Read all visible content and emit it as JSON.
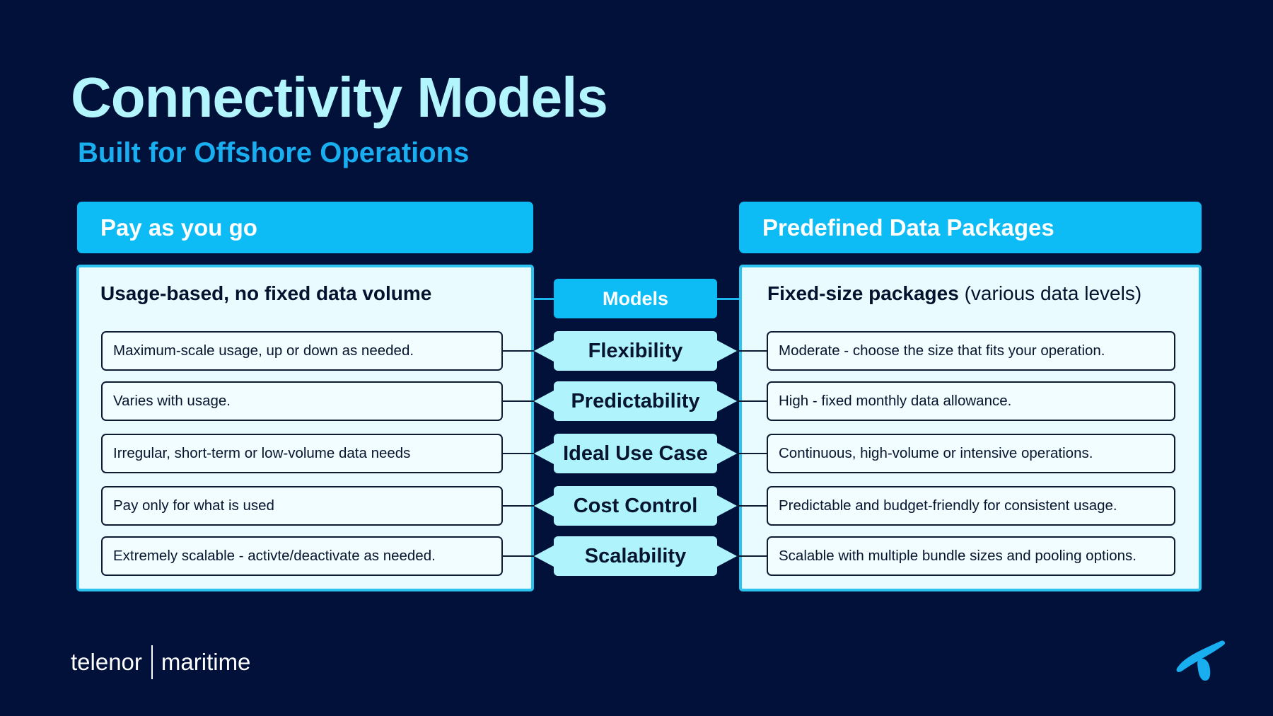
{
  "title": "Connectivity Models",
  "subtitle": "Built for Offshore Operations",
  "left": {
    "header": "Pay as you go",
    "heading": "Usage-based, no fixed data volume",
    "cells": [
      "Maximum-scale usage, up or down as needed.",
      "Varies with usage.",
      "Irregular, short-term or low-volume data needs",
      "Pay only for what is used",
      "Extremely scalable - activte/deactivate as needed."
    ]
  },
  "center": {
    "header": "Models",
    "criteria": [
      "Flexibility",
      "Predictability",
      "Ideal Use Case",
      "Cost Control",
      "Scalability"
    ]
  },
  "right": {
    "header": "Predefined Data Packages",
    "heading_bold": "Fixed-size packages",
    "heading_light": " (various data levels)",
    "cells": [
      "Moderate - choose the size that fits your operation.",
      "High - fixed monthly data allowance.",
      "Continuous, high-volume or intensive operations.",
      "Predictable and budget-friendly for consistent usage.",
      "Scalable with multiple bundle sizes and pooling options."
    ]
  },
  "brand": {
    "left": "telenor",
    "right": "maritime"
  },
  "colors": {
    "background": "#01113a",
    "title": "#b3f5fd",
    "subtitle": "#19aef0",
    "accent": "#0dbcf4",
    "criteria_fill": "#aff4fd",
    "panel_fill": "#e9fbfe"
  },
  "icons": {
    "logo": "telenor-propeller-logo-icon"
  }
}
